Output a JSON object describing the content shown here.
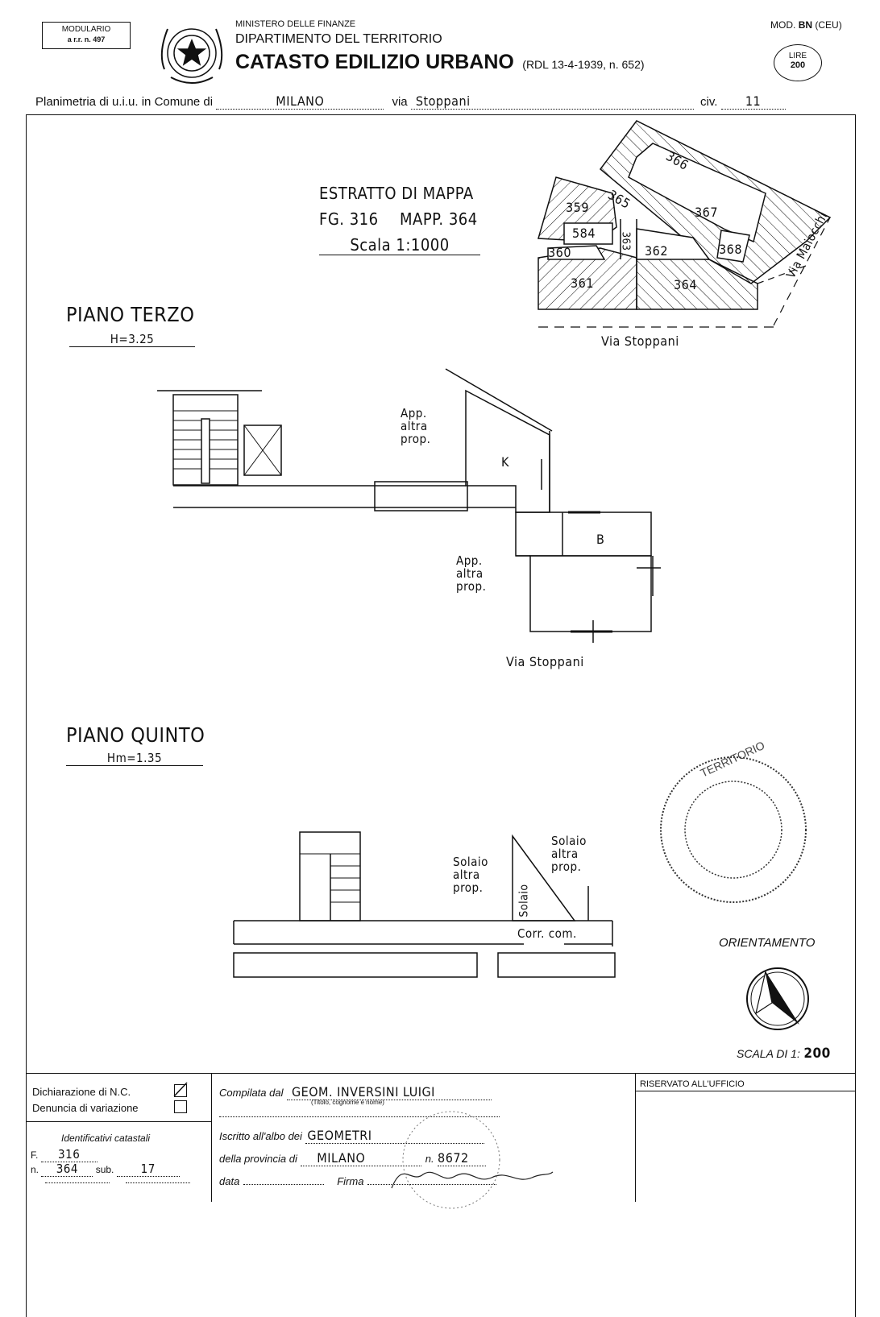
{
  "header": {
    "modulario_line1": "MODULARIO",
    "modulario_line2": "a r.r. n. 497",
    "ministry": "MINISTERO DELLE FINANZE",
    "department": "DIPARTIMENTO DEL TERRITORIO",
    "title": "CATASTO EDILIZIO URBANO",
    "title_ref": "(RDL 13-4-1939, n. 652)",
    "mod_prefix": "MOD.",
    "mod_code": "BN",
    "mod_suffix": "(CEU)",
    "stamp_lire": "LIRE",
    "stamp_value": "200"
  },
  "address_line": {
    "prefix": "Planimetria di u.i.u. in Comune di",
    "comune": "MILANO",
    "via_label": "via",
    "via": "Stoppani",
    "civ_label": "civ.",
    "civ": "11"
  },
  "map_extract": {
    "title": "ESTRATTO DI MAPPA",
    "fg": "FG. 316",
    "mapp": "MAPP. 364",
    "scale": "Scala 1:1000",
    "parcels": [
      "359",
      "365",
      "366",
      "367",
      "584",
      "363",
      "362",
      "360",
      "361",
      "364",
      "368"
    ],
    "street_bottom": "Via Stoppani",
    "street_side": "Via Maiocchi"
  },
  "floor_3": {
    "title": "PIANO TERZO",
    "height": "H=3.25",
    "label_app1": [
      "App.",
      "altra",
      "prop."
    ],
    "label_app2": [
      "App.",
      "altra",
      "prop."
    ],
    "room_k": "K",
    "room_b": "B",
    "street": "Via Stoppani"
  },
  "floor_5": {
    "title": "PIANO QUINTO",
    "height": "Hm=1.35",
    "solaio_left": [
      "Solaio",
      "altra",
      "prop."
    ],
    "solaio_right": [
      "Solaio",
      "altra",
      "prop."
    ],
    "solaio_vertical": "Solaio",
    "corridor": "Corr. com."
  },
  "orientation_label": "ORIENTAMENTO",
  "scale_label": "SCALA DI 1:",
  "scale_value": "200",
  "official_seal": "TERRITORIO",
  "footer": {
    "dichiarazione": "Dichiarazione di N.C.",
    "denuncia": "Denuncia di variazione",
    "identificativi": "Identificativi catastali",
    "f_label": "F.",
    "f_value": "316",
    "n_label": "n.",
    "n_value": "364",
    "sub_label": "sub.",
    "sub_value": "17",
    "compilata_label": "Compilata dal",
    "compilata_value": "GEOM. INVERSINI LUIGI",
    "titolo_hint": "(Titolo, cognome e nome)",
    "iscritto_label": "Iscritto all'albo dei",
    "iscritto_value": "GEOMETRI",
    "provincia_label": "della provincia di",
    "provincia_value": "MILANO",
    "num_label": "n.",
    "num_value": "8672",
    "data_label": "data",
    "firma_label": "Firma",
    "riservato": "RISERVATO ALL'UFFICIO"
  }
}
